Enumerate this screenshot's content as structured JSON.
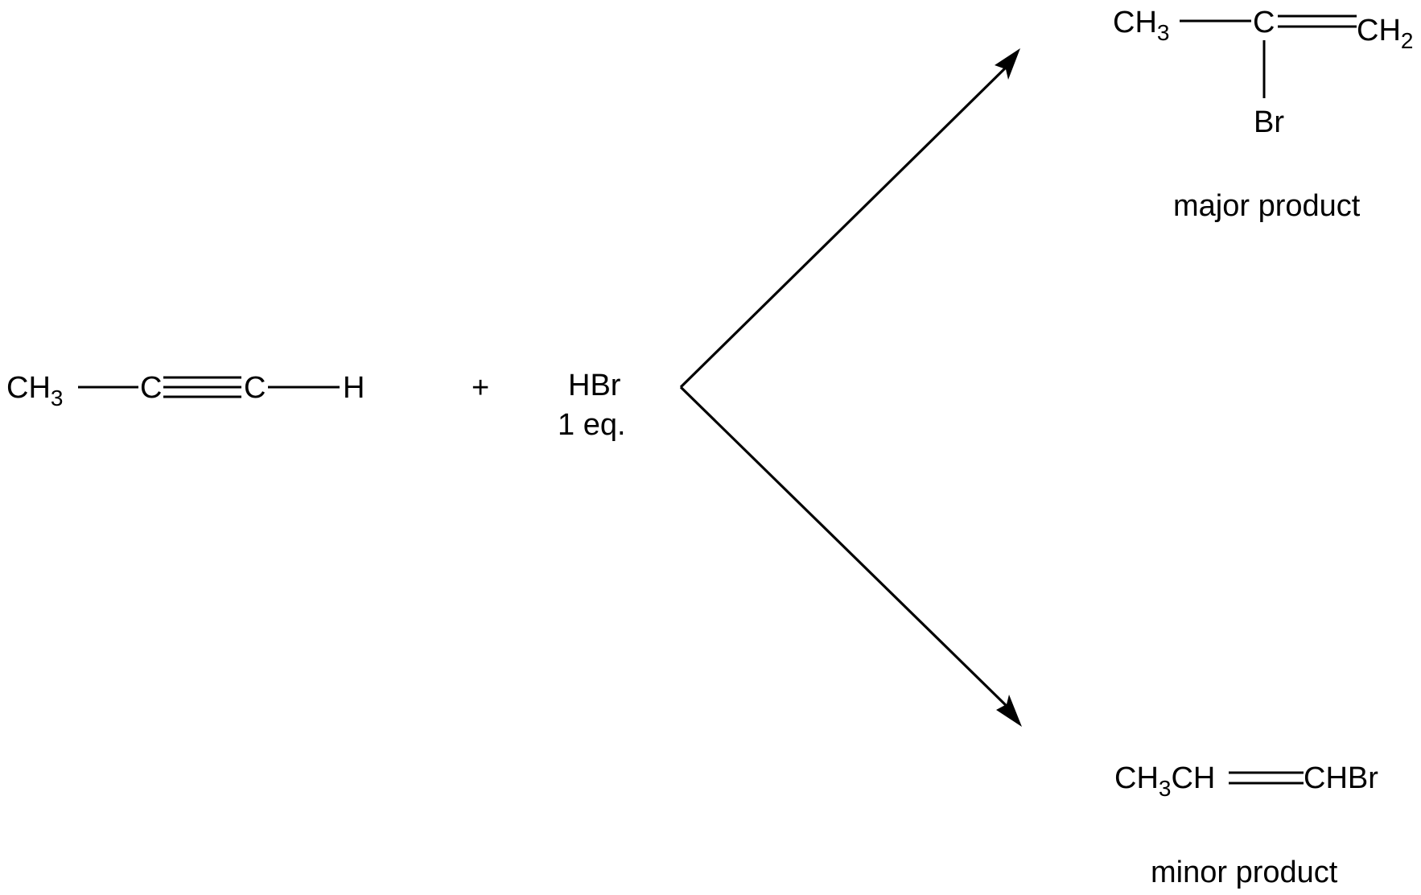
{
  "reactant": {
    "ch3": "CH",
    "ch3_sub": "3",
    "c1": "C",
    "c2": "C",
    "h": "H"
  },
  "plus": "+",
  "reagent": {
    "formula": "HBr",
    "equivalents": "1 eq."
  },
  "major": {
    "ch3": "CH",
    "ch3_sub": "3",
    "c": "C",
    "ch2": "CH",
    "ch2_sub": "2",
    "br": "Br",
    "label": "major product"
  },
  "minor": {
    "ch3ch_a": "CH",
    "ch3ch_sub": "3",
    "ch3ch_b": "CH",
    "chbr": "CHBr",
    "label": "minor product"
  },
  "colors": {
    "ink": "#000000",
    "background": "#ffffff"
  }
}
